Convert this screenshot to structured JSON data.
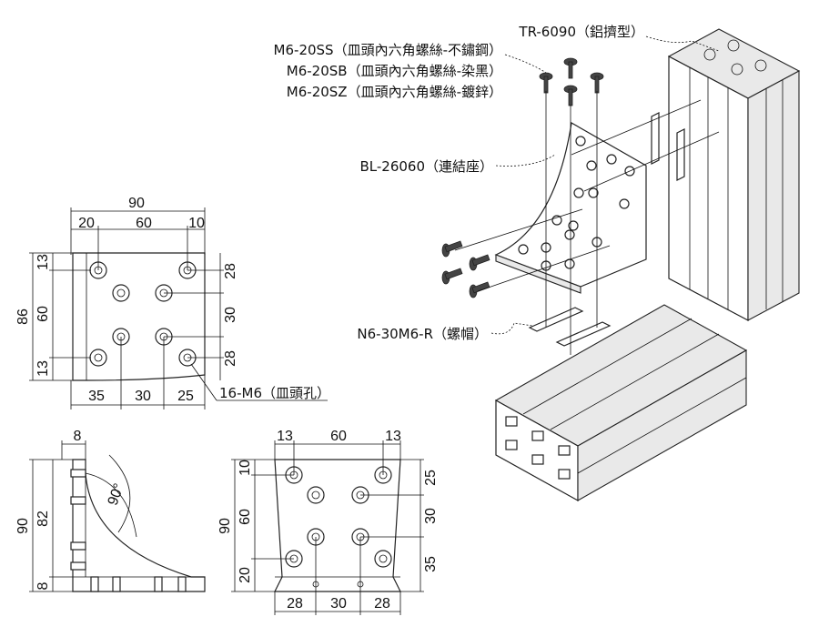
{
  "callouts": {
    "profile": "TR-6090（鋁擠型）",
    "screw_ss": "M6-20SS（皿頭內六角螺絲-不鏽鋼）",
    "screw_sb": "M6-20SB（皿頭內六角螺絲-染黑）",
    "screw_sz": "M6-20SZ（皿頭內六角螺絲-鍍鋅）",
    "bracket": "BL-26060（連結座）",
    "nut": "N6-30M6-R（螺帽）",
    "holes": "16-M6（皿頭孔）"
  },
  "front_view": {
    "width": "90",
    "top_dims": [
      "20",
      "60",
      "10"
    ],
    "height": "86",
    "left_dims": [
      "13",
      "60",
      "13"
    ],
    "right_dims": [
      "28",
      "30",
      "28"
    ],
    "bottom_dims": [
      "35",
      "30",
      "25"
    ]
  },
  "side_view": {
    "height": "90",
    "inner": "82",
    "top": "8",
    "bottom": "8",
    "angle": "90°"
  },
  "face_view": {
    "top_dims": [
      "13",
      "60",
      "13"
    ],
    "left_dims": [
      "10",
      "60",
      "20"
    ],
    "height": "90",
    "right_dims": [
      "25",
      "30",
      "35"
    ],
    "bottom_dims": [
      "28",
      "30",
      "28"
    ]
  }
}
